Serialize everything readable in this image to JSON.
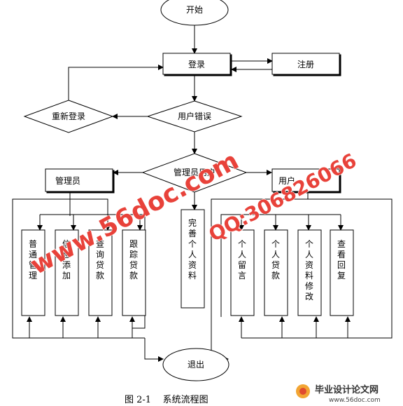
{
  "nodes": {
    "start": "开始",
    "login": "登录",
    "register": "注册",
    "relogin": "重新登录",
    "user_error": "用户错误",
    "role_check": "管理员用户",
    "admin": "管理员",
    "user": "用户",
    "normal_manage": "普通管理",
    "info_add": "信息添加",
    "query_loan": "查询贷款",
    "track_loan": "跟踪贷款",
    "complete_profile": "完善个人资料",
    "personal_message": "个人留言",
    "personal_loan": "个人贷款",
    "modify_profile": "个人资料修改",
    "view_reply": "查看回复",
    "exit": "退出"
  },
  "caption": "图 2-1    系统流程图",
  "watermark": {
    "site": "www.56doc.com",
    "qq": "QQ:306826066",
    "logo_text": "毕业设计论文网",
    "logo_url": "www.56doc.com"
  }
}
